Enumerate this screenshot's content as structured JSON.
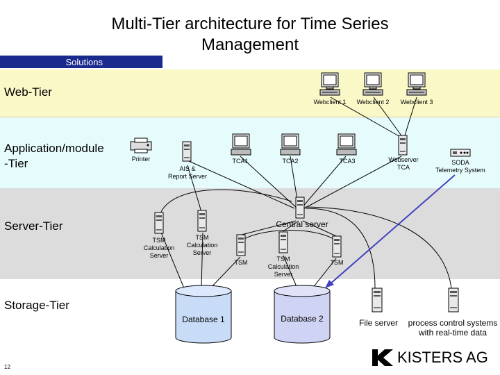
{
  "title": {
    "line1": "Multi-Tier architecture for Time Series",
    "line2": "Management"
  },
  "header_bar": "Solutions",
  "tiers": {
    "web": "Web-Tier",
    "application_line1": "Application/module",
    "application_line2": "-Tier",
    "server": "Server-Tier",
    "storage": "Storage-Tier"
  },
  "web_tier": {
    "webclient1": "Webclient 1",
    "webclient2": "Webclient 2",
    "webclient3": "Webclient 3"
  },
  "application_tier": {
    "printer": "Printer",
    "ais_line1": "AIS &",
    "ais_line2": "Report Server",
    "tca1": "TCA1",
    "tca2": "TCA2",
    "tca3": "TCA3",
    "webserver_line1": "Webserver",
    "webserver_line2": "TCA",
    "soda_line1": "SODA",
    "soda_line2": "Telemetry System"
  },
  "server_tier": {
    "central_server": "Central server",
    "tsm_calc_a_line1": "TSM",
    "tsm_calc_a_line2": "Calculation",
    "tsm_calc_a_line3": "Server",
    "tsm_calc_b_line1": "TSM",
    "tsm_calc_b_line2": "Calculation",
    "tsm_calc_b_line3": "Server",
    "tsm_a": "TSM",
    "tsm_calc_c_line1": "TSM",
    "tsm_calc_c_line2": "Calculation",
    "tsm_calc_c_line3": "Server",
    "tsm_b": "TSM"
  },
  "storage_tier": {
    "database1": "Database 1",
    "database2": "Database 2",
    "file_server": "File server",
    "process_control_line1": "process control systems",
    "process_control_line2": "with real-time data"
  },
  "footer": {
    "page_number": "12",
    "company": "KISTERS AG"
  },
  "colors": {
    "web_band": "#fbf8c8",
    "application_band": "#e6fbfb",
    "server_band": "#dcdcdc",
    "header_bar": "#1a2a8c",
    "arrow": "#4040c0",
    "database1": "#c8dcf8",
    "database2": "#d0d4f4"
  }
}
